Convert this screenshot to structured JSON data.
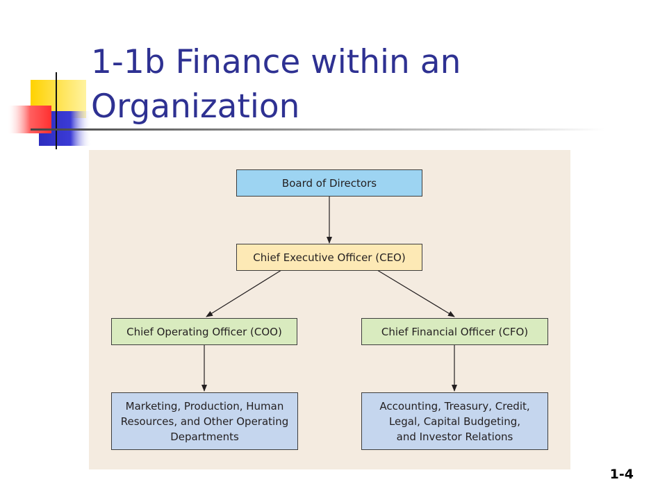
{
  "slide": {
    "title_line1": "1-1b Finance within an",
    "title_line2": "Organization",
    "page_number": "1-4"
  },
  "org_chart": {
    "board": {
      "label": "Board of Directors",
      "color": "#9dd4f2"
    },
    "ceo": {
      "label": "Chief Executive Officer (CEO)",
      "color": "#fde9b5"
    },
    "coo": {
      "label": "Chief Operating Officer (COO)",
      "color": "#d9ebbf"
    },
    "cfo": {
      "label": "Chief Financial Officer (CFO)",
      "color": "#d9ebbf"
    },
    "operations": {
      "label": "Marketing, Production, Human\nResources, and Other Operating\nDepartments",
      "color": "#c5d6ee"
    },
    "finance": {
      "label": "Accounting, Treasury, Credit,\nLegal, Capital Budgeting,\nand Investor Relations",
      "color": "#c5d6ee"
    }
  },
  "colors": {
    "title": "#2e3192",
    "panel_background": "#f4ebe0"
  }
}
